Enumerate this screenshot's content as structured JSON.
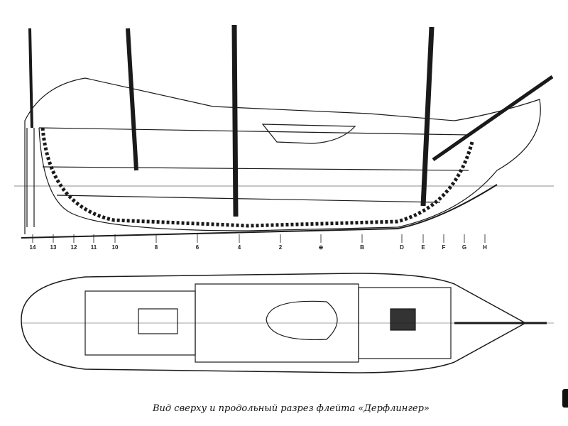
{
  "frame_labels": [
    "14",
    "13",
    "12",
    "11",
    "10",
    "8",
    "6",
    "4",
    "2",
    "⊕",
    "B",
    "D",
    "E",
    "F",
    "G",
    "H"
  ],
  "caption": "Вид сверху и продольный  разрез флейта «Дерфлингер»",
  "colors": {
    "ink": "#1a1a1a",
    "paper": "#ffffff"
  }
}
